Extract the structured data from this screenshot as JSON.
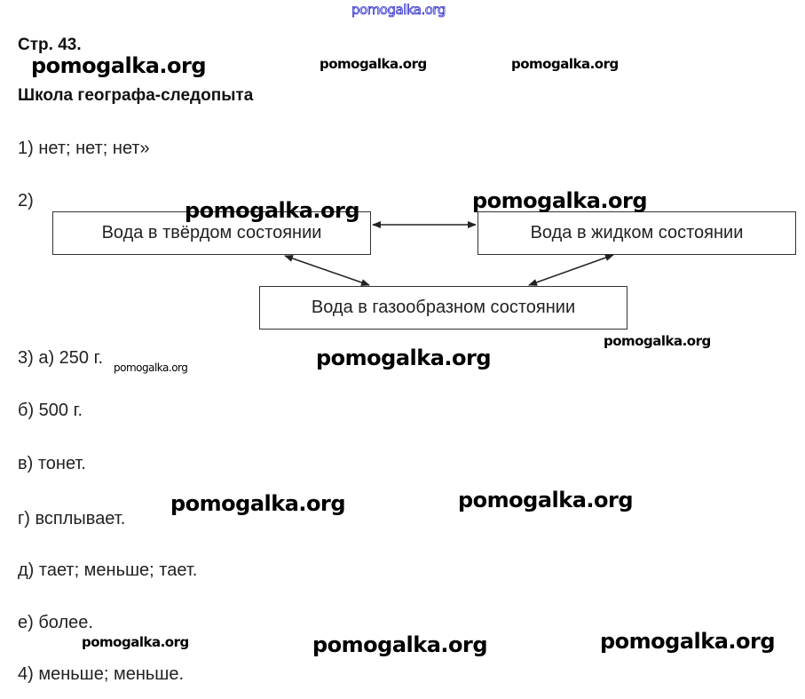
{
  "watermark": "pomogalka.org",
  "header": {
    "page": "Стр. 43.",
    "title": "Школа географа-следопыта"
  },
  "answers": {
    "a1": "1) нет; нет; нет»",
    "a2": "2)",
    "a3a": "3) а) 250 г.",
    "a3b": "б) 500 г.",
    "a3c": "в) тонет.",
    "a3d": "г) всплывает.",
    "a3e": "д) тает; меньше; тает.",
    "a3f": "е) более.",
    "a4": "4) меньше; меньше."
  },
  "diagram": {
    "solid": "Вода в твёрдом состоянии",
    "liquid": "Вода в жидком состоянии",
    "gas": "Вода в газообразном состоянии"
  },
  "colors": {
    "watermark_top": "#2a2acc"
  }
}
